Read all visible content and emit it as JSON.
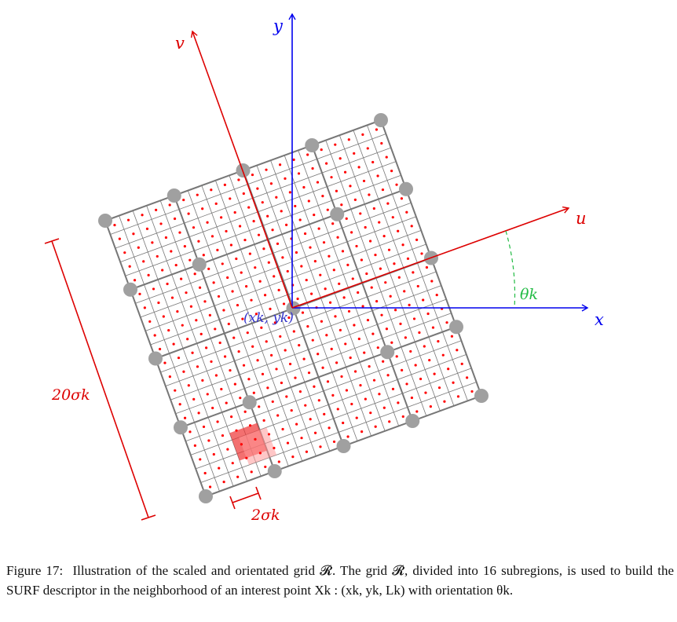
{
  "axes": {
    "x_label": "x",
    "y_label": "y",
    "u_label": "u",
    "v_label": "v"
  },
  "angle_label": "θk",
  "keypoint_label": "(xk, yk)",
  "scale_labels": {
    "window": "20σk",
    "sample_step": "2σk"
  },
  "grid": {
    "subregions_per_side": 4,
    "samples_per_subregion_side": 5
  },
  "colors": {
    "reference_axes": "#0000ee",
    "oriented_axes": "#dd0000",
    "angle_arc": "#22bb44",
    "grid_lines": "#777777",
    "sample_points": "#ff0000",
    "corner_markers": "#a0a0a0"
  },
  "caption": {
    "figure": "Figure 17:",
    "text": "Illustration of the scaled and orientated grid 𝓡. The grid 𝓡, divided into 16 subregions, is used to build the SURF descriptor in the neighborhood of an interest point Xk : (xk, yk, Lk) with orientation θk."
  }
}
